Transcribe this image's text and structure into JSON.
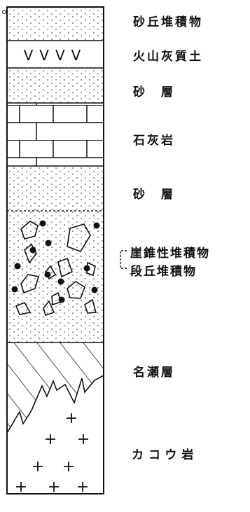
{
  "strata": [
    {
      "id": "sand-dune-deposit",
      "pattern": "fine-dots",
      "label": "砂丘堆積物"
    },
    {
      "id": "volcanic-ash-soil",
      "pattern": "v-marks",
      "label": "火山灰質土"
    },
    {
      "id": "sand-layer-upper",
      "pattern": "fine-dots",
      "label": "砂　層"
    },
    {
      "id": "limestone",
      "pattern": "brick",
      "label": "石灰岩"
    },
    {
      "id": "sand-layer-lower",
      "pattern": "fine-dots",
      "label": "砂　層"
    },
    {
      "id": "talus-terrace",
      "pattern": "gravel",
      "label_lines": [
        "崖錐性堆積物",
        "段丘堆積物"
      ]
    },
    {
      "id": "nago-formation",
      "pattern": "diagonal-hatch",
      "label": "名瀬層"
    },
    {
      "id": "granite",
      "pattern": "crosses",
      "label": "カコウ岩"
    }
  ],
  "colors": {
    "ink": "#111111",
    "paper": "#ffffff"
  }
}
